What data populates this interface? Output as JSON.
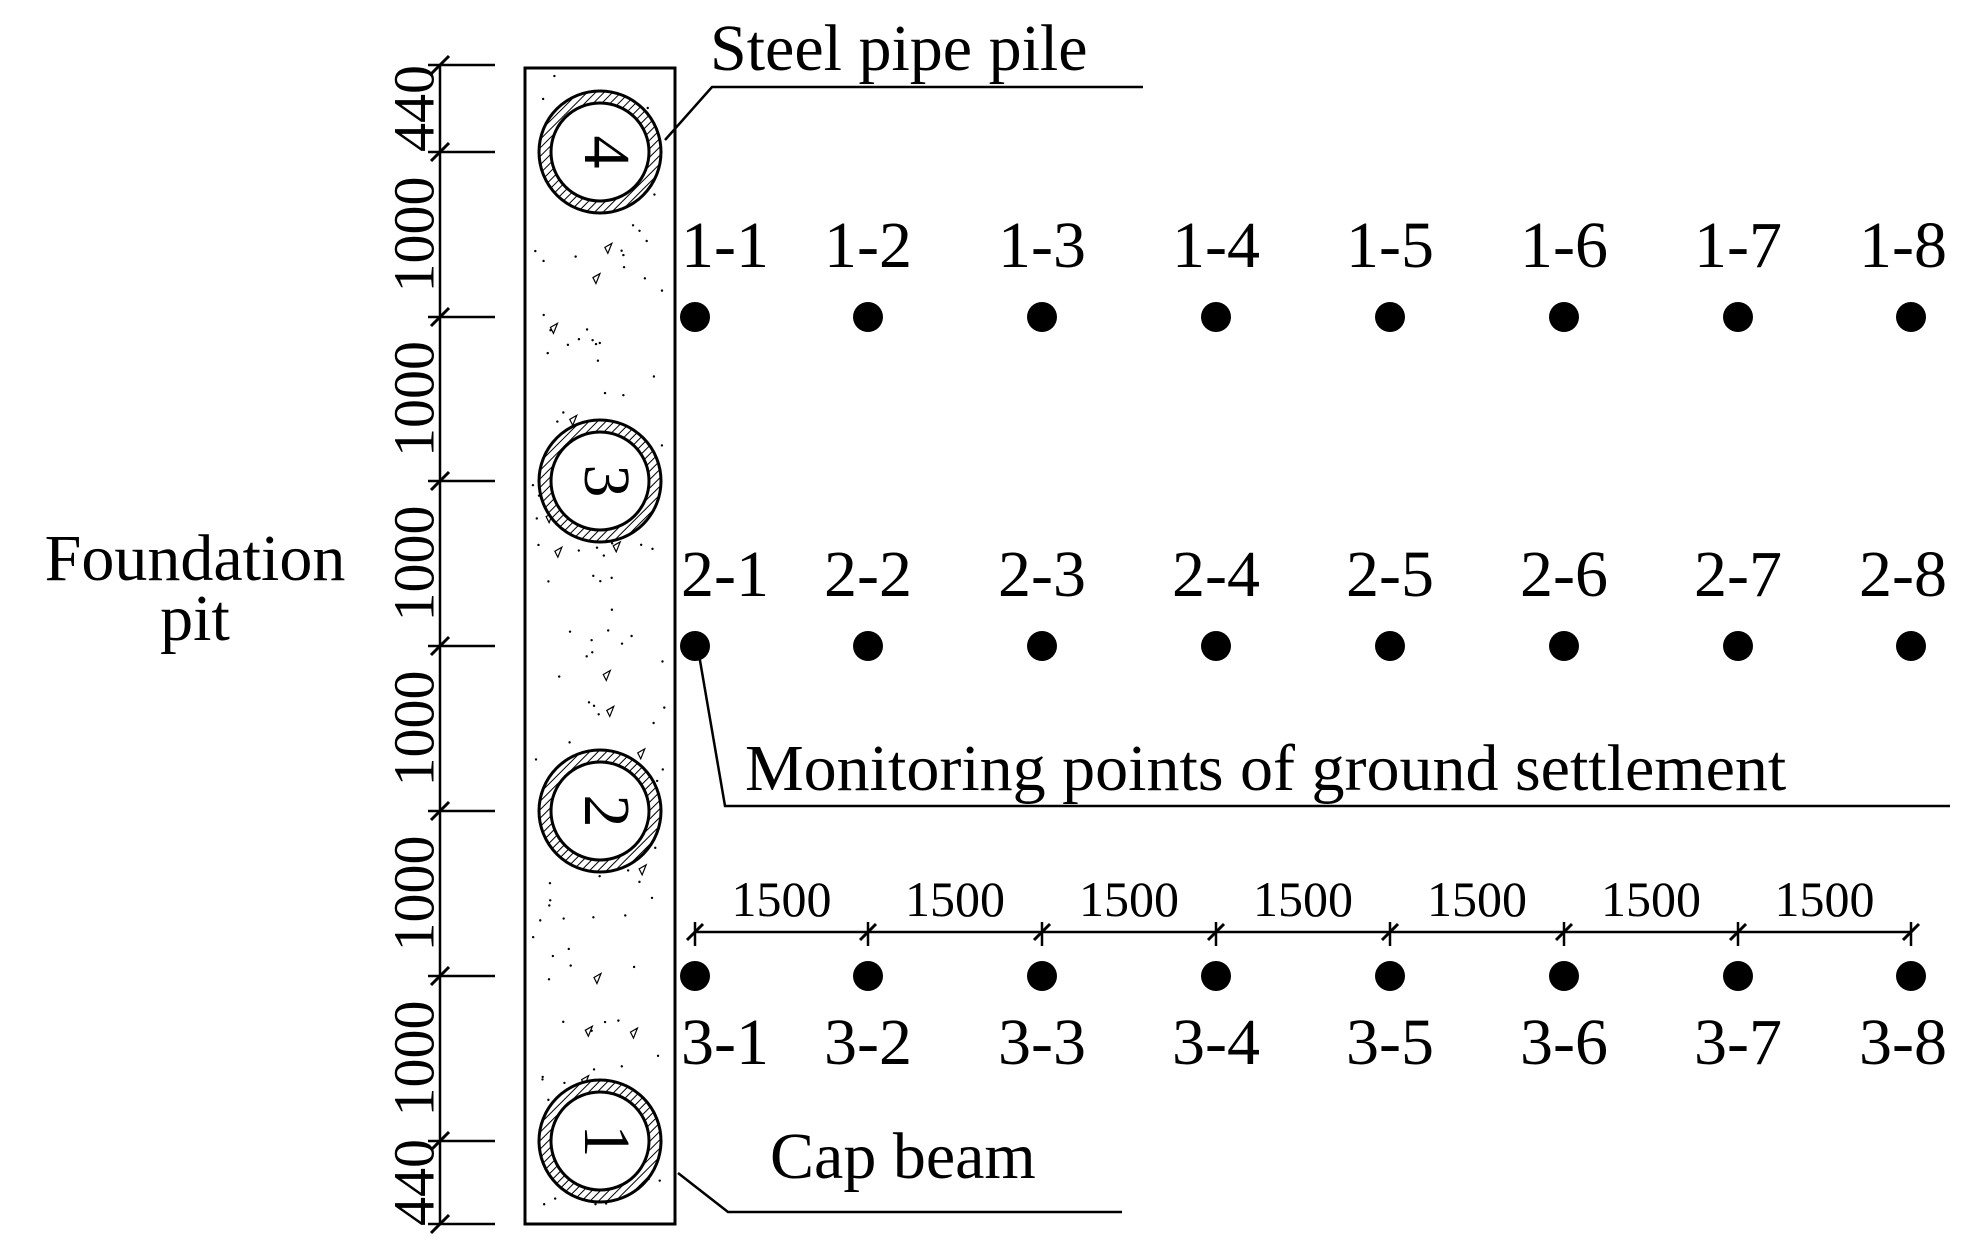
{
  "labels": {
    "steel_pipe_pile": "Steel pipe pile",
    "foundation_pit_line1": "Foundation",
    "foundation_pit_line2": "pit",
    "monitoring_points": "Monitoring points of ground settlement",
    "cap_beam": "Cap beam"
  },
  "vertical_dimensions": [
    "440",
    "1000",
    "1000",
    "1000",
    "1000",
    "1000",
    "1000",
    "440"
  ],
  "horizontal_dimensions": [
    "1500",
    "1500",
    "1500",
    "1500",
    "1500",
    "1500",
    "1500"
  ],
  "piles": [
    "1",
    "2",
    "3",
    "4"
  ],
  "monitoring_rows": [
    {
      "points": [
        "1-1",
        "1-2",
        "1-3",
        "1-4",
        "1-5",
        "1-6",
        "1-7",
        "1-8"
      ]
    },
    {
      "points": [
        "2-1",
        "2-2",
        "2-3",
        "2-4",
        "2-5",
        "2-6",
        "2-7",
        "2-8"
      ]
    },
    {
      "points": [
        "3-1",
        "3-2",
        "3-3",
        "3-4",
        "3-5",
        "3-6",
        "3-7",
        "3-8"
      ]
    }
  ],
  "colors": {
    "ink": "#000000",
    "background": "#ffffff"
  }
}
